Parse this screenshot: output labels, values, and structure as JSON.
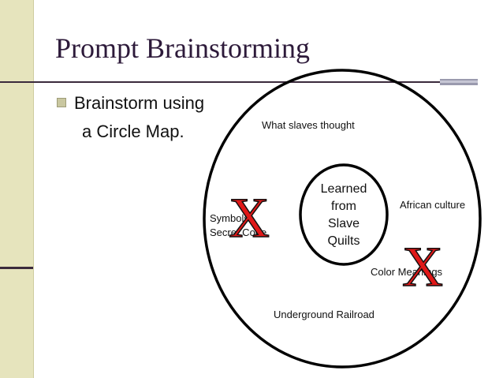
{
  "slide": {
    "title": "Prompt Brainstorming",
    "bullet_line1": "Brainstorm using",
    "bullet_line2": "a Circle Map."
  },
  "circle_map": {
    "center_lines": [
      "Learned",
      "from",
      "Slave",
      "Quilts"
    ],
    "ideas": {
      "what_slaves_thought": "What slaves thought",
      "african_culture": "African culture",
      "symbols_line1": "Symbols/",
      "symbols_line2": "Secret Code",
      "color_meanings": "Color Meanings",
      "underground_railroad": "Underground Railroad"
    },
    "cross_mark": "X"
  },
  "colors": {
    "title": "#2d1a3a",
    "sidebar": "#e6e4bd",
    "x_mark": "#e01818"
  }
}
